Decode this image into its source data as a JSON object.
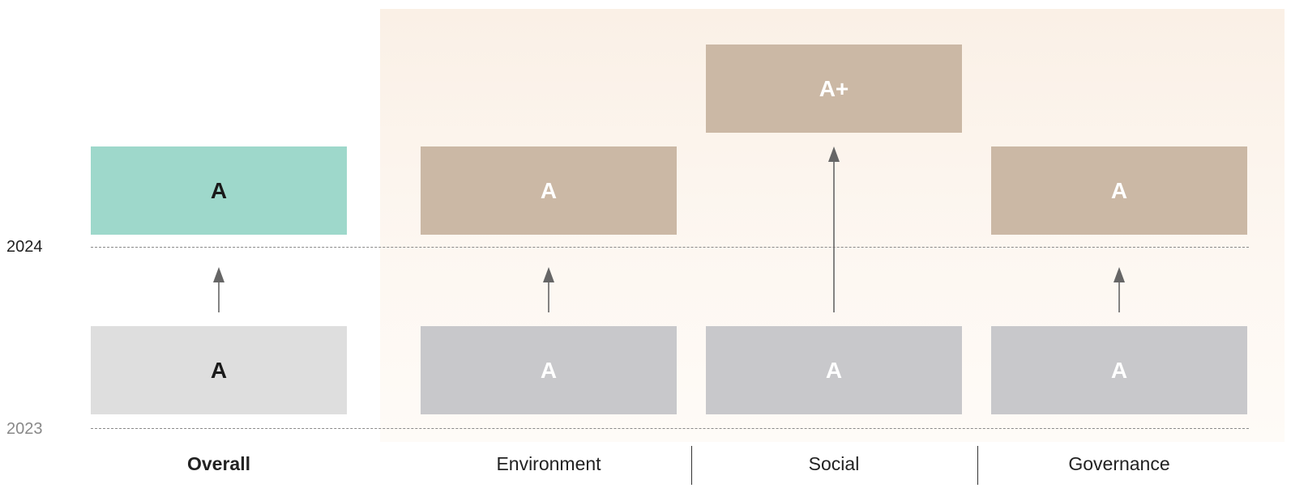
{
  "years": [
    "2024",
    "2023"
  ],
  "columns": [
    {
      "id": "overall",
      "label": "Overall",
      "rating_2023": "A",
      "rating_2024": "A"
    },
    {
      "id": "environment",
      "label": "Environment",
      "rating_2023": "A",
      "rating_2024": "A"
    },
    {
      "id": "social",
      "label": "Social",
      "rating_2023": "A",
      "rating_2024": "A+"
    },
    {
      "id": "governance",
      "label": "Governance",
      "rating_2023": "A",
      "rating_2024": "A"
    }
  ],
  "colors": {
    "overall_2024": "#9ed8cb",
    "overall_2023": "#dedede",
    "category_2024": "#cbb8a5",
    "category_2023": "#c8c8cb",
    "panel": "#faf0e6",
    "arrow": "#666666"
  }
}
